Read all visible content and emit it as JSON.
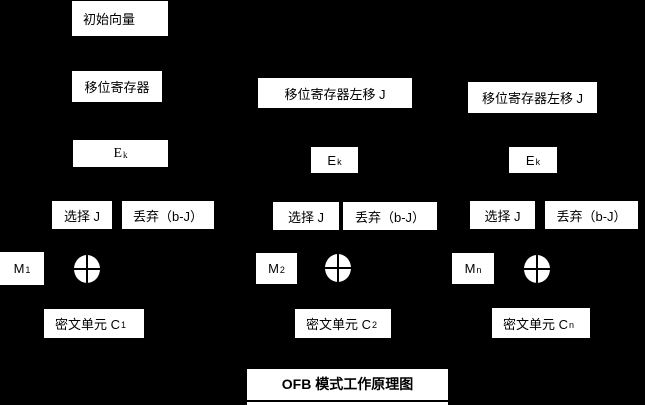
{
  "title": "OFB 模式工作原理图",
  "colors": {
    "background": "#000000",
    "box_fill": "#ffffff",
    "box_text": "#000000"
  },
  "columns": [
    {
      "initial_vector": "初始向量",
      "shift_register": "移位寄存器",
      "encrypt": {
        "base": "E",
        "sub": "k"
      },
      "select": "选择 J",
      "discard": "丢弃（b-J）",
      "message": {
        "base": "M",
        "sub": "1"
      },
      "xor_icon": "xor-circle",
      "cipher_unit": {
        "base": "密文单元 C",
        "sub": "1"
      }
    },
    {
      "shift_register": "移位寄存器左移 J",
      "encrypt": {
        "base": "E",
        "sub": "k"
      },
      "select": "选择 J",
      "discard": "丢弃（b-J）",
      "message": {
        "base": "M",
        "sub": "2"
      },
      "xor_icon": "xor-circle",
      "cipher_unit": {
        "base": "密文单元 C",
        "sub": "2"
      }
    },
    {
      "shift_register": "移位寄存器左移 J",
      "encrypt": {
        "base": "E",
        "sub": "k"
      },
      "select": "选择 J",
      "discard": "丢弃（b-J）",
      "message": {
        "base": "M",
        "sub": "n"
      },
      "xor_icon": "xor-circle",
      "cipher_unit": {
        "base": "密文单元 C",
        "sub": "n"
      }
    }
  ]
}
